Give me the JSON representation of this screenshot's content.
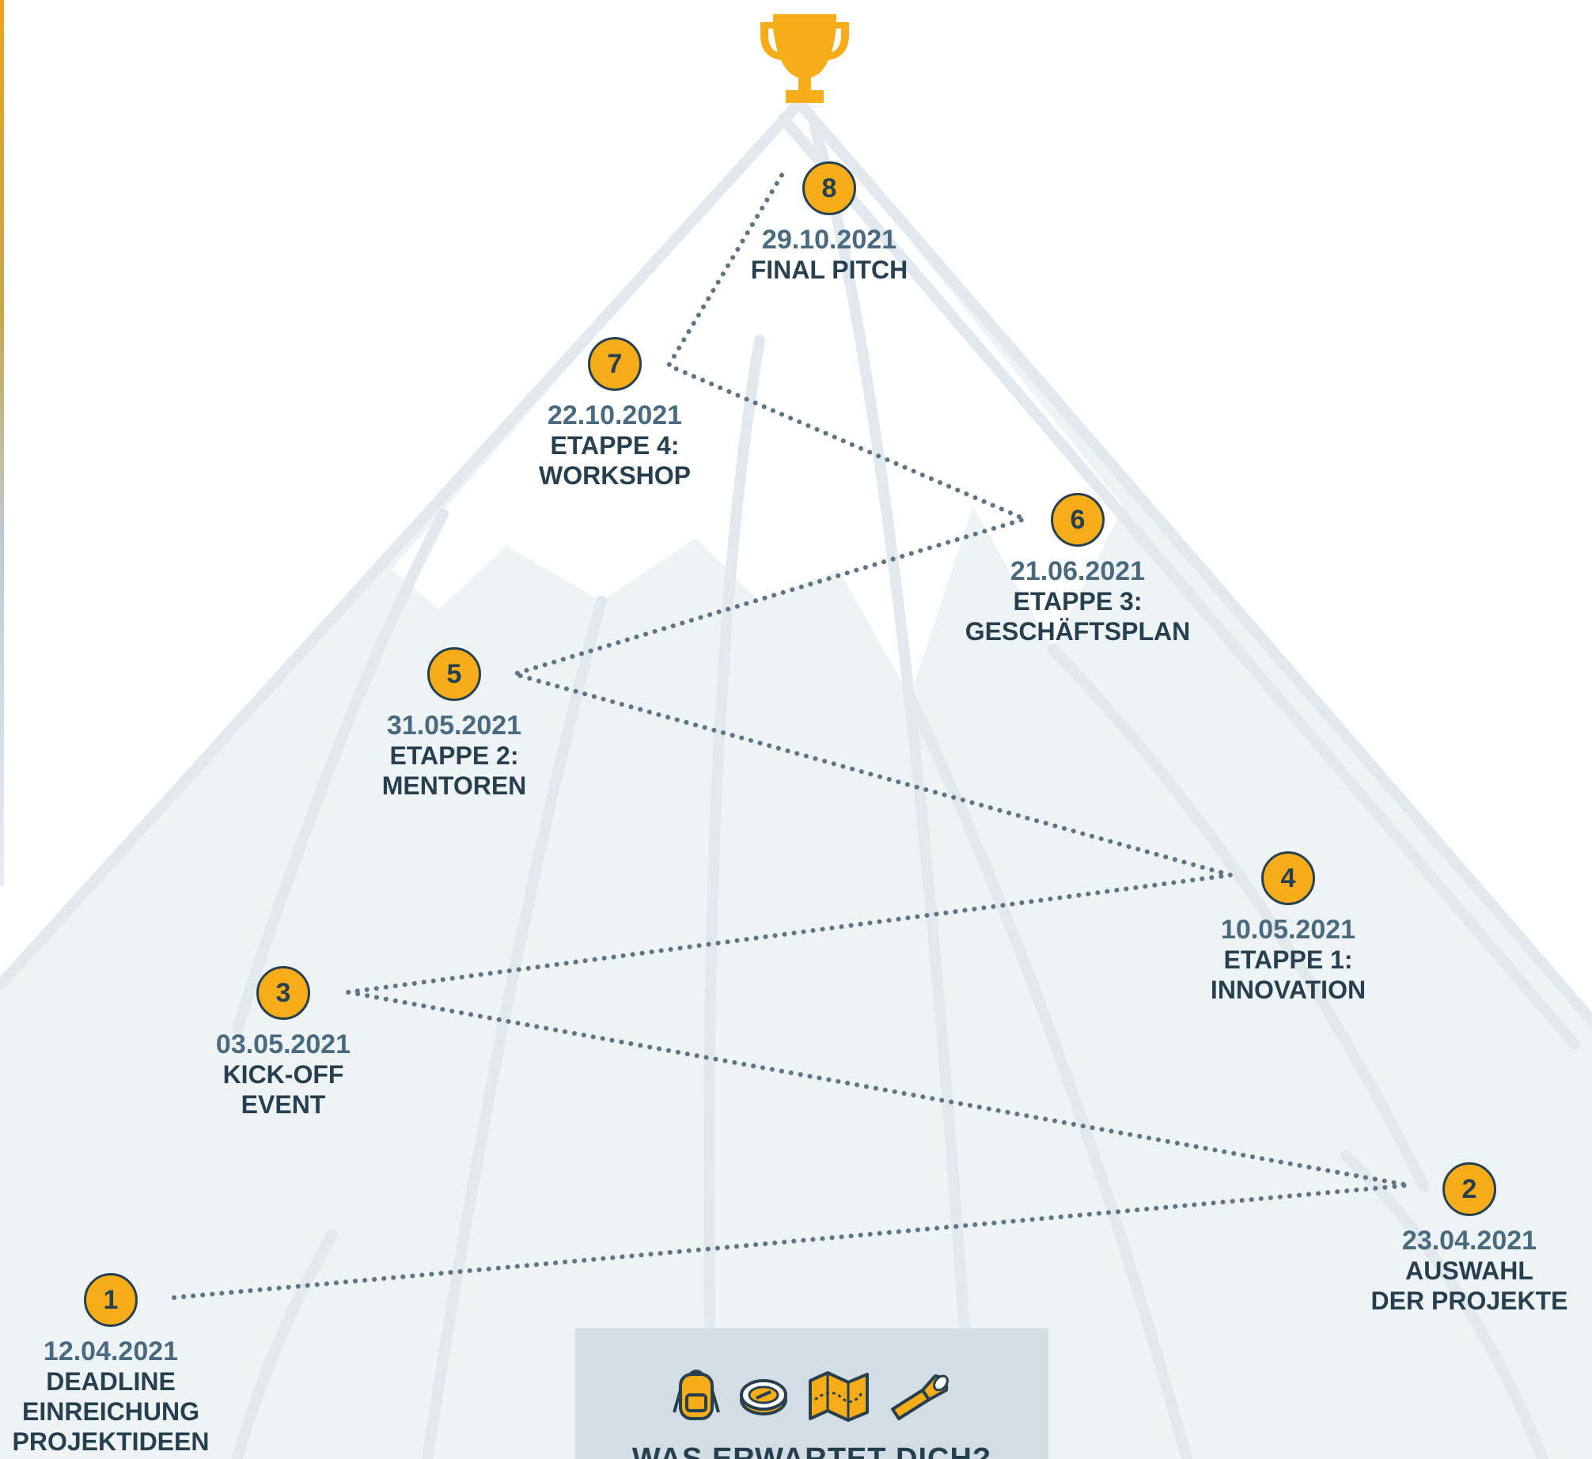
{
  "colors": {
    "accent": "#f7ad1a",
    "navy": "#27404f",
    "date_blue": "#4a6b7f",
    "mountain": "#eef3f6",
    "path_dots": "#5d7585",
    "info_box": "#d3dde4"
  },
  "icons": {
    "goal": "trophy-icon",
    "info_box": [
      "backpack-icon",
      "compass-icon",
      "map-icon",
      "flashlight-icon"
    ]
  },
  "milestones": [
    {
      "number": "1",
      "date": "12.04.2021",
      "title": "DEADLINE\nEINREICHUNG\nPROJEKTIDEEN"
    },
    {
      "number": "2",
      "date": "23.04.2021",
      "title": "AUSWAHL\nDER PROJEKTE"
    },
    {
      "number": "3",
      "date": "03.05.2021",
      "title": "KICK-OFF\nEVENT"
    },
    {
      "number": "4",
      "date": "10.05.2021",
      "title": "ETAPPE 1:\nINNOVATION"
    },
    {
      "number": "5",
      "date": "31.05.2021",
      "title": "ETAPPE 2:\nMENTOREN"
    },
    {
      "number": "6",
      "date": "21.06.2021",
      "title": "ETAPPE 3:\nGESCHÄFTSPLAN"
    },
    {
      "number": "7",
      "date": "22.10.2021",
      "title": "ETAPPE 4:\nWORKSHOP"
    },
    {
      "number": "8",
      "date": "29.10.2021",
      "title": "FINAL PITCH"
    }
  ],
  "info_box": {
    "title": "WAS ERWARTET DICH?"
  }
}
